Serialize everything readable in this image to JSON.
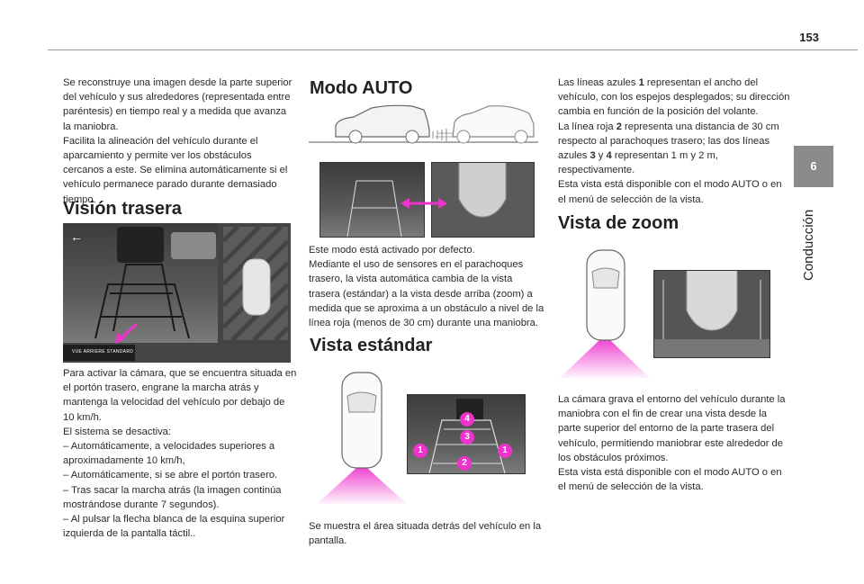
{
  "header": {
    "page_number": "153"
  },
  "side_tab": {
    "number": "6",
    "label": "Conducción"
  },
  "col1": {
    "intro": [
      "Se reconstruye una imagen desde la parte superior del vehículo y sus alrededores (representada entre paréntesis) en tiempo real y a medida que avanza la maniobra.",
      "Facilita la alineación del vehículo durante el aparcamiento y permite ver los obstáculos cercanos a este. Se elimina automáticamente si el vehículo permanece parado durante demasiado tiempo."
    ],
    "heading": "Visión trasera",
    "screen_caption": "VUE ARRIERE STANDARD",
    "body": [
      "Para activar la cámara, que se encuentra situada en el portón trasero, engrane la marcha atrás y mantenga la velocidad del vehículo por debajo de 10 km/h.",
      "El sistema se desactiva:",
      "– Automáticamente, a velocidades superiores a aproximadamente 10 km/h,",
      "– Automáticamente, si se abre el portón trasero.",
      "– Tras sacar la marcha atrás (la imagen continúa mostrándose durante 7 segundos).",
      "– Al pulsar la flecha blanca de la esquina superior izquierda de la pantalla táctil.."
    ]
  },
  "col2": {
    "heading": "Modo AUTO",
    "body": [
      "Este modo está activado por defecto.",
      "Mediante el uso de sensores en el parachoques trasero, la vista automática cambia de la vista trasera (estándar) a la vista desde arriba (zoom) a medida que se aproxima a un obstáculo a nivel de la línea roja (menos de 30 cm) durante una maniobra."
    ],
    "heading2": "Vista estándar",
    "markers": [
      "4",
      "3",
      "1",
      "1",
      "2"
    ],
    "body2": [
      "Se muestra el área situada detrás del vehículo en la pantalla."
    ]
  },
  "col3": {
    "body_html": "Las líneas azules <b>1</b> representan el ancho del vehículo, con los espejos desplegados; su dirección cambia en función de la posición del volante.<br>La línea roja <b>2</b> representa una distancia de 30 cm respecto al parachoques trasero; las dos líneas azules <b>3</b> y <b>4</b> representan 1 m y 2 m, respectivamente.<br>Esta vista está disponible con el modo AUTO o en el menú de selección de la vista.",
    "heading": "Vista de zoom",
    "body2": [
      "La cámara grava el entorno del vehículo durante la maniobra con el fin de crear una vista desde la parte superior del entorno de la parte trasera del vehículo, permitiendo maniobrar este alrededor de los obstáculos próximos.",
      "Esta vista está disponible con el modo AUTO o en el menú de selección de la vista."
    ]
  }
}
